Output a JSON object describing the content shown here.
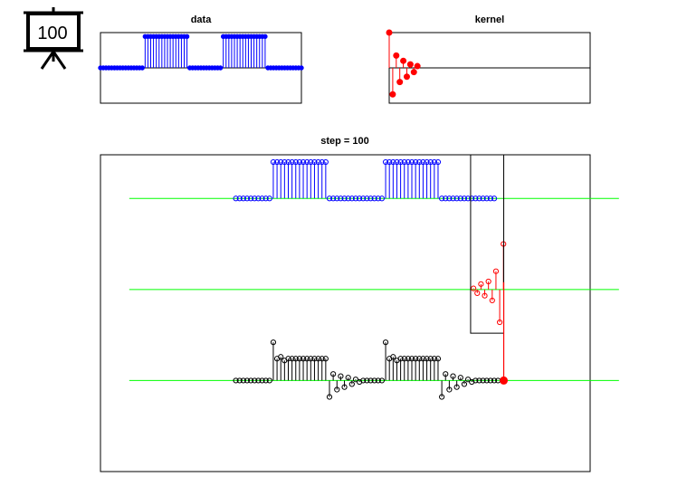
{
  "icon": {
    "name": "presentation-board-icon",
    "label": "100"
  },
  "chart_data": [
    {
      "type": "stem",
      "title": "data",
      "xlim": [
        0,
        72
      ],
      "ylim": [
        -0.9,
        0.9
      ],
      "marker": "filled-circle",
      "color": "#0000ff",
      "baseline": 0,
      "x_start": 0,
      "values": [
        0,
        0,
        0,
        0,
        0,
        0,
        0,
        0,
        0,
        0,
        0,
        0,
        0,
        0,
        0,
        0,
        0.8,
        0.8,
        0.8,
        0.8,
        0.8,
        0.8,
        0.8,
        0.8,
        0.8,
        0.8,
        0.8,
        0.8,
        0.8,
        0.8,
        0.8,
        0.8,
        0,
        0,
        0,
        0,
        0,
        0,
        0,
        0,
        0,
        0,
        0,
        0,
        0.8,
        0.8,
        0.8,
        0.8,
        0.8,
        0.8,
        0.8,
        0.8,
        0.8,
        0.8,
        0.8,
        0.8,
        0.8,
        0.8,
        0.8,
        0.8,
        0,
        0,
        0,
        0,
        0,
        0,
        0,
        0,
        0,
        0,
        0,
        0,
        0
      ]
    },
    {
      "type": "stem",
      "title": "kernel",
      "xlim": [
        0,
        57
      ],
      "ylim": [
        -1.0,
        1.0
      ],
      "marker": "filled-circle",
      "color": "#ff0000",
      "baseline": 0,
      "x_start": 0,
      "values": [
        1.0,
        -0.75,
        0.35,
        -0.4,
        0.2,
        -0.25,
        0.1,
        -0.12,
        0.05
      ]
    },
    {
      "type": "stem",
      "title": "step = 100",
      "xlim": [
        0,
        170
      ],
      "ylim": [
        -5.5,
        3.2
      ],
      "grid": false,
      "baselines": {
        "color": "#00ff00",
        "levels": [
          2.0,
          -0.5,
          -3.0
        ],
        "x_range": [
          10,
          180
        ]
      },
      "series": [
        {
          "role": "signal",
          "color": "#0000ff",
          "marker": "open-circle",
          "offset": 2.0,
          "x_start": 47,
          "step": 1.3,
          "values": [
            0,
            0,
            0,
            0,
            0,
            0,
            0,
            0,
            0,
            0,
            1.0,
            1.0,
            1.0,
            1.0,
            1.0,
            1.0,
            1.0,
            1.0,
            1.0,
            1.0,
            1.0,
            1.0,
            1.0,
            1.0,
            1.0,
            0,
            0,
            0,
            0,
            0,
            0,
            0,
            0,
            0,
            0,
            0,
            0,
            0,
            0,
            0,
            1.0,
            1.0,
            1.0,
            1.0,
            1.0,
            1.0,
            1.0,
            1.0,
            1.0,
            1.0,
            1.0,
            1.0,
            1.0,
            1.0,
            1.0,
            0,
            0,
            0,
            0,
            0,
            0,
            0,
            0,
            0,
            0,
            0,
            0,
            0,
            0,
            0
          ]
        },
        {
          "role": "flipped-kernel",
          "color": "#ff0000",
          "marker": "open-circle",
          "offset": -0.5,
          "x_start": 129.5,
          "step": 1.3,
          "values": [
            0.03,
            -0.1,
            0.15,
            -0.17,
            0.22,
            -0.3,
            0.5,
            -0.9,
            1.25
          ]
        },
        {
          "role": "output",
          "color": "#000000",
          "marker": "open-circle",
          "offset": -3.0,
          "x_start": 47,
          "step": 1.3,
          "values": [
            0,
            0,
            0,
            0,
            0,
            0,
            0,
            0,
            0,
            0,
            1.05,
            0.6,
            0.65,
            0.55,
            0.6,
            0.6,
            0.6,
            0.6,
            0.6,
            0.6,
            0.6,
            0.6,
            0.6,
            0.6,
            0.6,
            -0.45,
            0.18,
            -0.25,
            0.12,
            -0.18,
            0.08,
            -0.1,
            0.03,
            -0.04,
            0,
            0,
            0,
            0,
            0,
            0,
            1.05,
            0.6,
            0.65,
            0.55,
            0.6,
            0.6,
            0.6,
            0.6,
            0.6,
            0.6,
            0.6,
            0.6,
            0.6,
            0.6,
            0.6,
            -0.45,
            0.18,
            -0.25,
            0.12,
            -0.18,
            0.08,
            -0.1,
            0.03,
            -0.04,
            0,
            0,
            0,
            0,
            0,
            0,
            0
          ]
        }
      ],
      "window": {
        "x_range": [
          128.5,
          140
        ],
        "y_range": [
          -1.7,
          3.2
        ]
      },
      "cursor": {
        "x": 140,
        "color": "#ff0000",
        "from": -0.3,
        "to": -3.0
      }
    }
  ]
}
